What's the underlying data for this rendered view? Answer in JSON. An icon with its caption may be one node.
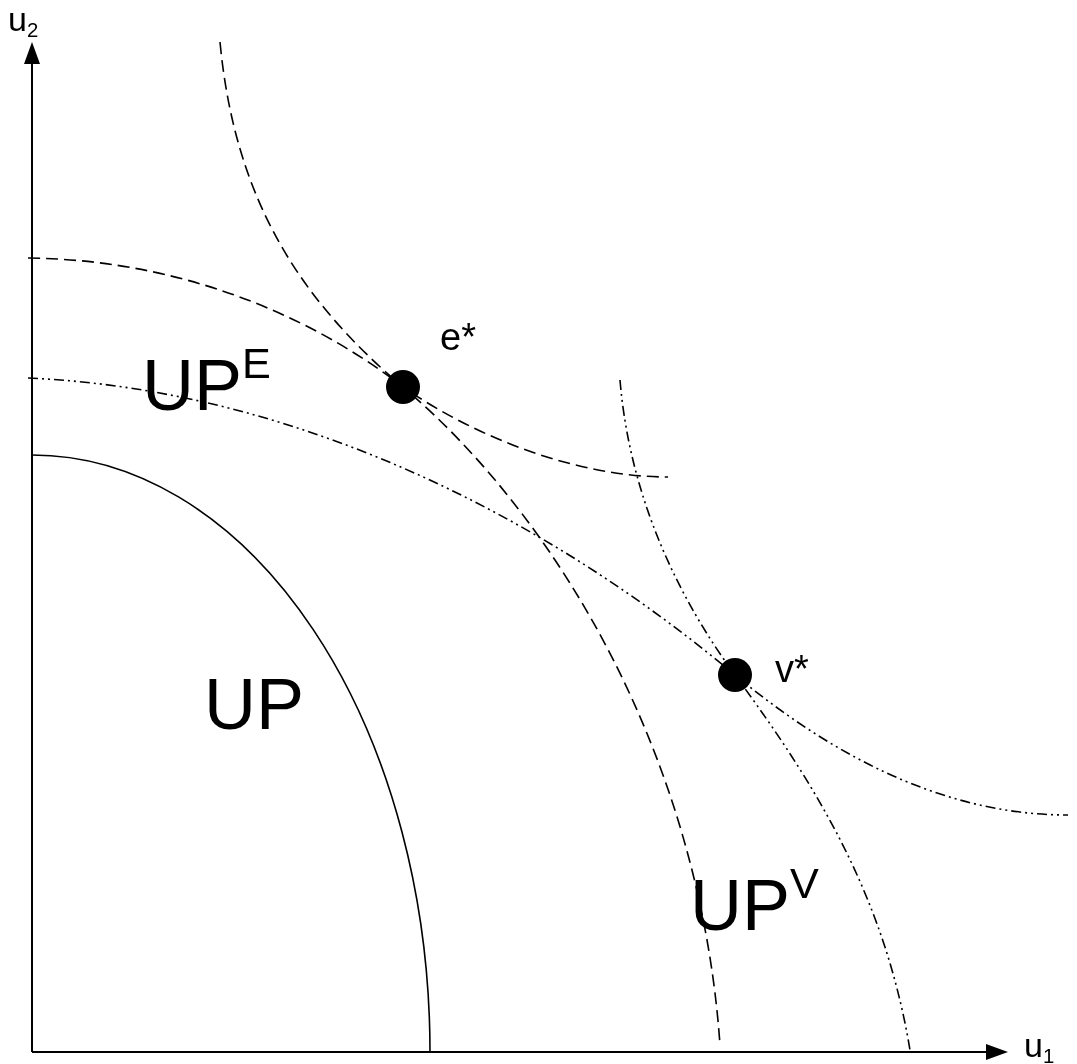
{
  "diagram": {
    "labels": [
      "u$_{2}$",
      "e*",
      "UP$^{E}$",
      "v*",
      "UP",
      "UP$^{V}$",
      "u$_{1}$"
    ]
  }
}
